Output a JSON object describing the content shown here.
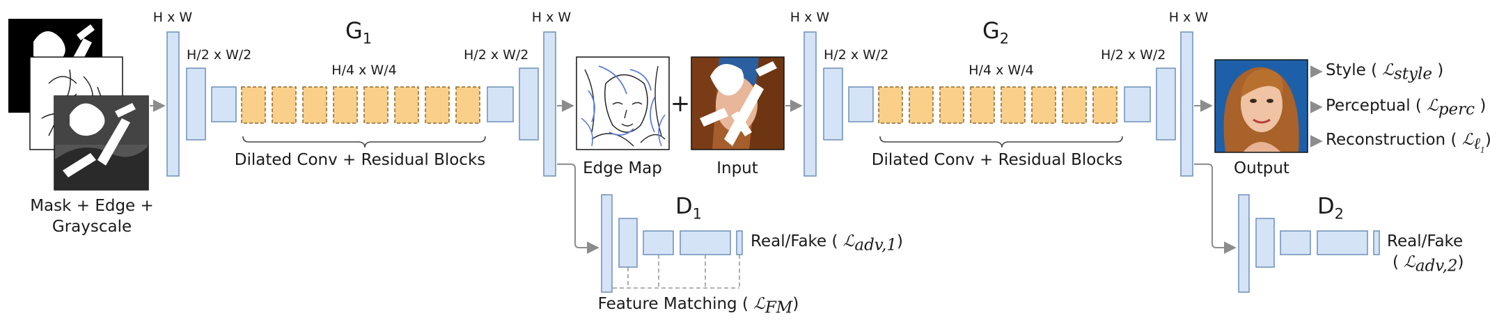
{
  "input_stack": {
    "caption_line1": "Mask + Edge +",
    "caption_line2": "Grayscale"
  },
  "generator_1": {
    "title": "G",
    "title_sub": "1",
    "dim_full_left": "H x W",
    "dim_half_left": "H/2 x W/2",
    "dim_quarter": "H/4 x W/4",
    "dim_half_right": "H/2 x W/2",
    "dim_full_right": "H x W",
    "middle_caption": "Dilated Conv + Residual Blocks"
  },
  "discriminator_1": {
    "title": "D",
    "title_sub": "1",
    "output_text": "Real/Fake (",
    "output_loss": "ℒ",
    "output_loss_sub": "adv,1",
    "output_close": ")",
    "feature_text": "Feature Matching (",
    "feature_loss": "ℒ",
    "feature_loss_sub": "FM",
    "feature_close": ")"
  },
  "edge_map": {
    "caption": "Edge Map"
  },
  "plus_sign": "+",
  "input_image": {
    "caption": "Input"
  },
  "generator_2": {
    "title": "G",
    "title_sub": "2",
    "dim_full_left": "H x W",
    "dim_half_left": "H/2 x W/2",
    "dim_quarter": "H/4 x W/4",
    "dim_half_right": "H/2 x W/2",
    "dim_full_right": "H x W",
    "middle_caption": "Dilated Conv + Residual Blocks"
  },
  "output_image": {
    "caption": "Output"
  },
  "losses": {
    "style_text": "Style (",
    "style_loss": "ℒ",
    "style_sub": "style",
    "style_close": ")",
    "perceptual_text": "Perceptual (",
    "perceptual_loss": "ℒ",
    "perceptual_sub": "perc",
    "perceptual_close": ")",
    "reconstruction_text": "Reconstruction (",
    "reconstruction_loss": "ℒ",
    "reconstruction_sub": "ℓ",
    "reconstruction_sub2": "1",
    "reconstruction_close": ")"
  },
  "discriminator_2": {
    "title": "D",
    "title_sub": "2",
    "output_line1": "Real/Fake",
    "output_open": "(",
    "output_loss": "ℒ",
    "output_loss_sub": "adv,2",
    "output_close": ")"
  },
  "colors": {
    "layer_fill": "#d5e3f7",
    "layer_stroke": "#6c8fb8",
    "residual_fill": "#f9cf8a",
    "residual_stroke": "#8a6a2c",
    "arrow": "#8c8c8c",
    "sketch": "#5b7fd6"
  }
}
